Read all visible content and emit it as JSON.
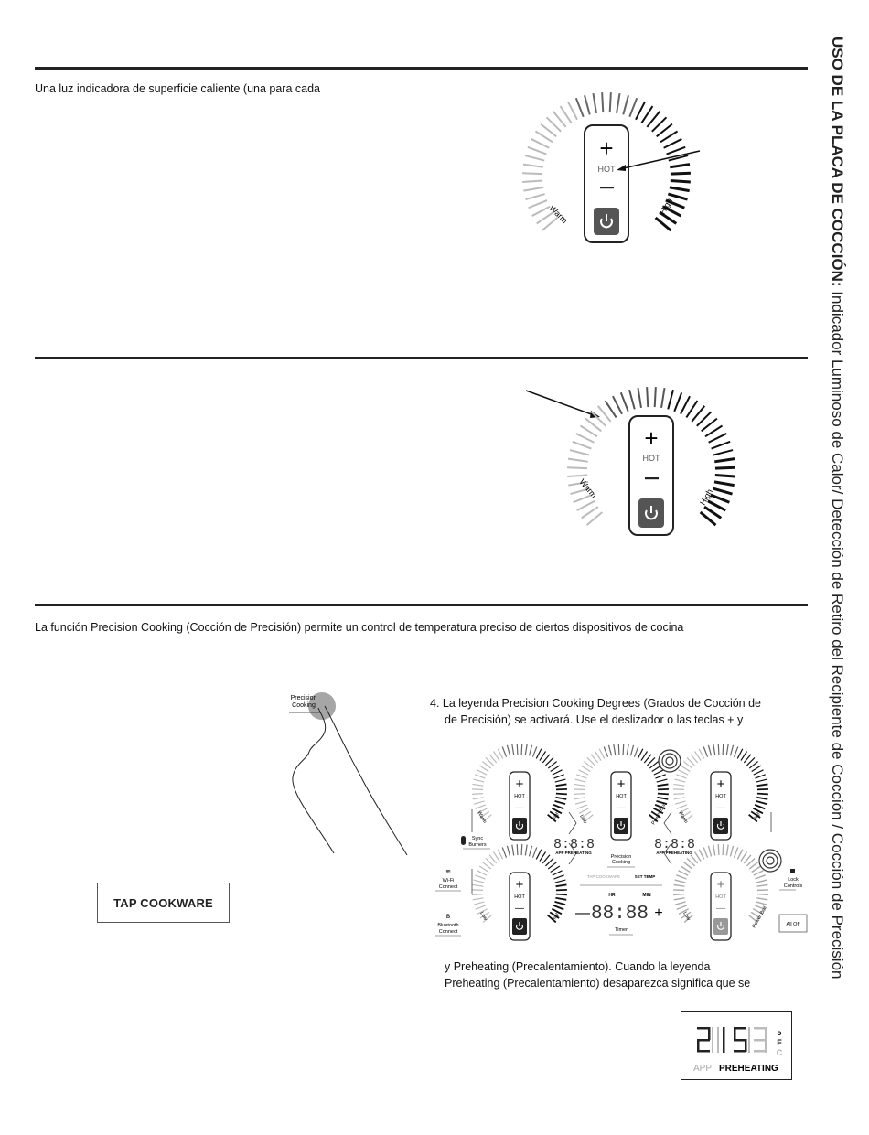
{
  "sidebar": {
    "title_bold": "USO DE LA PLACA DE COCCIÓN:",
    "title_rest": " Indicador Luminoso de Calor/ Detección de Retiro del Recipiente de Cocción / Cocción de Precisión"
  },
  "section1": {
    "text": "Una luz indicadora de superficie caliente (una para cada"
  },
  "section3": {
    "text": "La función Precision Cooking (Cocción de Precisión) permite un control de temperatura preciso de ciertos dispositivos de cocina"
  },
  "step4": {
    "line1": "4. La leyenda Precision Cooking Degrees (Grados de Cocción de",
    "line2": "de Precisión) se activará. Use el deslizador o las teclas + y"
  },
  "preheat_text": {
    "line1": "y Preheating (Precalentamiento). Cuando la leyenda",
    "line2": "Preheating (Precalentamiento) desaparezca significa que se"
  },
  "tap_cookware_button": "TAP COOKWARE",
  "knob": {
    "plus": "+",
    "hot": "HOT",
    "minus": "—",
    "warm": "Warm",
    "high": "High"
  },
  "hand_label": {
    "line1": "Precision",
    "line2": "Cooking"
  },
  "cooktop": {
    "hot": "HOT",
    "low": "Low",
    "high": "High",
    "warm": "Warm",
    "power_boil": "Power Boil",
    "sync1": "Sync",
    "sync2": "Burners",
    "wifi1": "Wi-Fi",
    "wifi2": "Connect",
    "bt1": "Bluetooth",
    "bt2": "Connect",
    "lock1": "Lock",
    "lock2": "Controls",
    "all_off": "All Off",
    "app_preheating": "APP PREHEATING",
    "precision1": "Precision",
    "precision2": "Cooking",
    "tap_cookware": "TAP COOKWARE",
    "set_temp": "SET TEMP",
    "hr": "HR",
    "min": "MIN",
    "timer": "Timer",
    "plus": "+",
    "minus": "—"
  },
  "display": {
    "o": "o",
    "f": "F",
    "c": "C",
    "app": "APP",
    "preheating": "PREHEATING"
  }
}
